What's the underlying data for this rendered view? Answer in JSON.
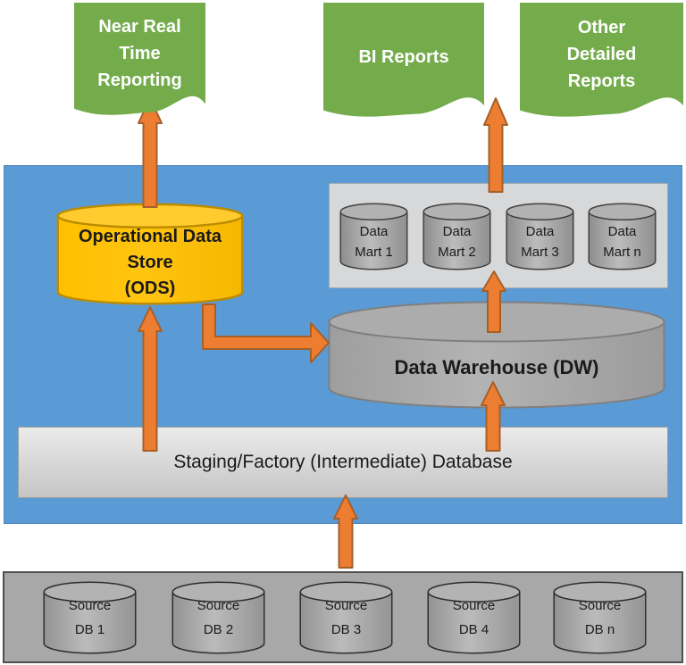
{
  "colors": {
    "green": "#74AC4C",
    "blue": "#5B9BD5",
    "blue_border": "#4E86BC",
    "yellow": "#FFC000",
    "yellow_border": "#BC8C00",
    "orange": "#ED7D31",
    "orange_border": "#A5602A",
    "gray_panel": "#A8A8A8",
    "gray_panel_border": "#4F4F4F",
    "staging_top": "#EBEBEB",
    "staging_bottom": "#C5C5C5",
    "staging_border": "#9E9E9E",
    "text_dark": "#1A1A1A",
    "text_light": "#FFFFFF"
  },
  "reports": {
    "near_real_time": {
      "label": "Near Real\nTime\nReporting"
    },
    "bi": {
      "label": "BI Reports"
    },
    "other": {
      "label": "Other\nDetailed\nReports"
    }
  },
  "ods": {
    "label": "Operational Data\nStore\n(ODS)"
  },
  "data_marts": {
    "items": [
      {
        "label": "Data\nMart 1"
      },
      {
        "label": "Data\nMart 2"
      },
      {
        "label": "Data\nMart 3"
      },
      {
        "label": "Data\nMart n"
      }
    ]
  },
  "warehouse": {
    "label": "Data Warehouse (DW)"
  },
  "staging": {
    "label": "Staging/Factory (Intermediate) Database"
  },
  "sources": {
    "items": [
      {
        "label": "Source\nDB 1"
      },
      {
        "label": "Source\nDB 2"
      },
      {
        "label": "Source\nDB 3"
      },
      {
        "label": "Source\nDB 4"
      },
      {
        "label": "Source\nDB n"
      }
    ]
  },
  "arrows": [
    {
      "name": "staging-to-ods"
    },
    {
      "name": "ods-to-near-real-time-reporting"
    },
    {
      "name": "ods-to-data-warehouse"
    },
    {
      "name": "staging-to-data-warehouse"
    },
    {
      "name": "data-warehouse-to-data-marts"
    },
    {
      "name": "data-marts-to-reports"
    },
    {
      "name": "sources-to-staging"
    }
  ]
}
